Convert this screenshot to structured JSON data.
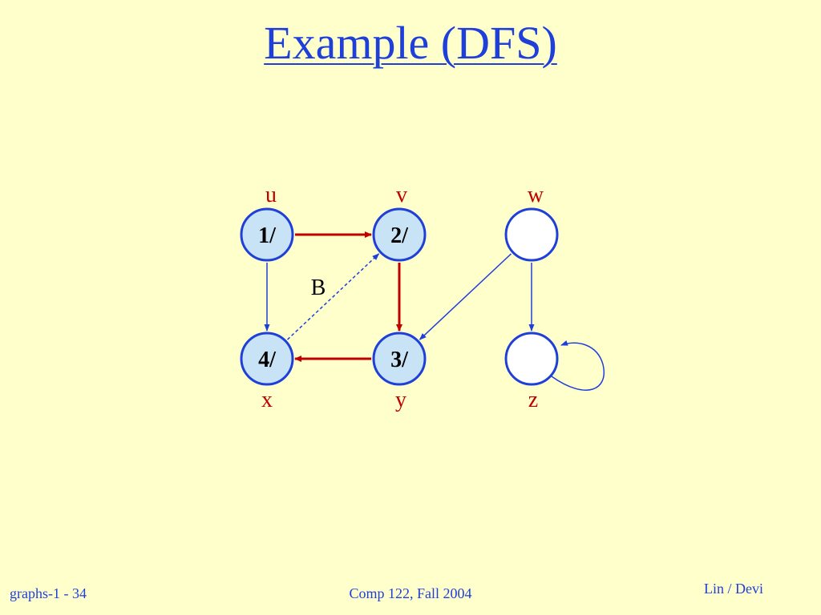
{
  "title": "Example (DFS)",
  "colors": {
    "background": "#FFFFCC",
    "title": "#1F3FD9",
    "node_stroke": "#1F3FD9",
    "node_fill_discovered": "#C7E3F5",
    "node_fill_undiscovered": "#FFFFFF",
    "tree_edge": "#C00000",
    "other_edge": "#1F3FD9",
    "vertex_label": "#C00000"
  },
  "nodes": [
    {
      "id": "u",
      "name": "u",
      "label": "1/",
      "discovered": true
    },
    {
      "id": "v",
      "name": "v",
      "label": "2/",
      "discovered": true
    },
    {
      "id": "w",
      "name": "w",
      "label": "",
      "discovered": false
    },
    {
      "id": "x",
      "name": "x",
      "label": "4/",
      "discovered": true
    },
    {
      "id": "y",
      "name": "y",
      "label": "3/",
      "discovered": true
    },
    {
      "id": "z",
      "name": "z",
      "label": "",
      "discovered": false
    }
  ],
  "edges": [
    {
      "from": "u",
      "to": "v",
      "kind": "tree"
    },
    {
      "from": "v",
      "to": "y",
      "kind": "tree"
    },
    {
      "from": "y",
      "to": "x",
      "kind": "tree"
    },
    {
      "from": "u",
      "to": "x",
      "kind": "unexplored"
    },
    {
      "from": "x",
      "to": "v",
      "kind": "back",
      "label": "B"
    },
    {
      "from": "w",
      "to": "y",
      "kind": "unexplored"
    },
    {
      "from": "w",
      "to": "z",
      "kind": "unexplored"
    },
    {
      "from": "z",
      "to": "z",
      "kind": "self-loop"
    }
  ],
  "footer": {
    "left": "graphs-1 - 34",
    "center": "Comp 122, Fall 2004",
    "right": "Lin / Devi"
  }
}
